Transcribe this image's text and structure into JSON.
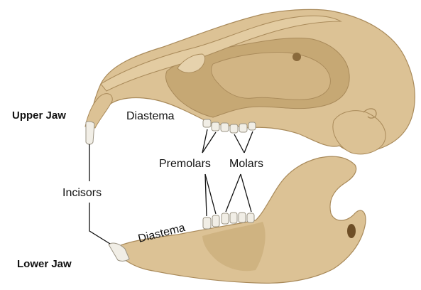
{
  "labels": {
    "upper_jaw": "Upper Jaw",
    "lower_jaw": "Lower Jaw",
    "incisors": "Incisors",
    "diastema_upper": "Diastema",
    "diastema_lower": "Diastema",
    "premolars": "Premolars",
    "molars": "Molars"
  },
  "colors": {
    "bone": "#dcc295",
    "bone_shadow": "#c6a874",
    "bone_outline": "#a98a5a",
    "tooth": "#f1eee6",
    "tooth_outline": "#9b9484",
    "eye_dot": "#8a6a3c"
  }
}
